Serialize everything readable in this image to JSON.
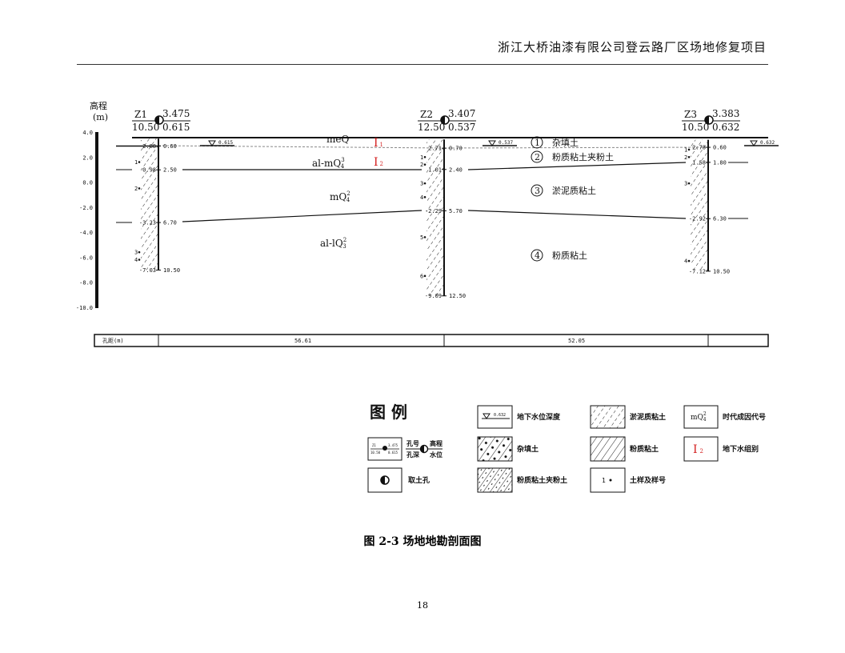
{
  "header": {
    "title": "浙江大桥油漆有限公司登云路厂区场地修复项目"
  },
  "axis": {
    "label_line1": "高程",
    "label_line2": "(m)",
    "ticks": [
      "4.0",
      "2.0",
      "0.0",
      "-2.0",
      "-4.0",
      "-6.0",
      "-8.0",
      "-10.0"
    ],
    "tick_values": [
      4,
      2,
      0,
      -2,
      -4,
      -6,
      -8,
      -10
    ]
  },
  "boreholes": [
    {
      "id": "Z1",
      "elevation": "3.475",
      "depth": "10.50",
      "water_depth": "0.615",
      "bottom_elev": -7.03,
      "boundaries": [
        {
          "elev": "2.88",
          "depth": "0.60"
        },
        {
          "elev": "0.98",
          "depth": "2.50"
        },
        {
          "elev": "-3.23",
          "depth": "6.70"
        },
        {
          "elev": "-7.03",
          "depth": "10.50"
        }
      ],
      "samples": [
        {
          "no": "1",
          "elev": 1.6
        },
        {
          "no": "2",
          "elev": -0.5
        },
        {
          "no": "3",
          "elev": -5.6
        },
        {
          "no": "4",
          "elev": -6.2
        }
      ]
    },
    {
      "id": "Z2",
      "elevation": "3.407",
      "depth": "12.50",
      "water_depth": "0.537",
      "bottom_elev": -9.09,
      "boundaries": [
        {
          "elev": "2.71",
          "depth": "0.70"
        },
        {
          "elev": "1.01",
          "depth": "2.40"
        },
        {
          "elev": "-2.29",
          "depth": "5.70"
        },
        {
          "elev": "-9.09",
          "depth": "12.50"
        }
      ],
      "samples": [
        {
          "no": "1",
          "elev": 2.0
        },
        {
          "no": "2",
          "elev": 1.4
        },
        {
          "no": "3",
          "elev": -0.1
        },
        {
          "no": "4",
          "elev": -1.2
        },
        {
          "no": "5",
          "elev": -4.4
        },
        {
          "no": "6",
          "elev": -7.5
        }
      ]
    },
    {
      "id": "Z3",
      "elevation": "3.383",
      "depth": "10.50",
      "water_depth": "0.632",
      "bottom_elev": -7.12,
      "boundaries": [
        {
          "elev": "2.78",
          "depth": "0.60"
        },
        {
          "elev": "1.58",
          "depth": "1.80"
        },
        {
          "elev": "-2.92",
          "depth": "6.30"
        },
        {
          "elev": "-7.12",
          "depth": "10.50"
        }
      ],
      "samples": [
        {
          "no": "1",
          "elev": 2.6
        },
        {
          "no": "2",
          "elev": 2.0
        },
        {
          "no": "3",
          "elev": -0.1
        },
        {
          "no": "4",
          "elev": -6.3
        }
      ]
    }
  ],
  "water_labels": [
    "0.615",
    "0.537",
    "0.632"
  ],
  "strata_codes": [
    {
      "base": "meQ",
      "sup": "",
      "sub": ""
    },
    {
      "base": "al-mQ",
      "sup": "3",
      "sub": "4"
    },
    {
      "base": "mQ",
      "sup": "2",
      "sub": "4"
    },
    {
      "base": "al-lQ",
      "sup": "2",
      "sub": "3"
    }
  ],
  "groundwater_groups": [
    {
      "roman": "I",
      "sub": "1"
    },
    {
      "roman": "I",
      "sub": "2"
    }
  ],
  "layers": [
    {
      "no": "1",
      "name": "杂填土"
    },
    {
      "no": "2",
      "name": "粉质粘土夹粉土"
    },
    {
      "no": "3",
      "name": "淤泥质粘土"
    },
    {
      "no": "4",
      "name": "粉质粘土"
    }
  ],
  "distance_row": {
    "label": "孔距(m)",
    "values": [
      "56.61",
      "52.05"
    ]
  },
  "legend": {
    "title": "图  例",
    "borehole_sample": {
      "id": "Z1",
      "depth": "10.50",
      "elev": "3.475",
      "water": "0.615",
      "hole_no": "孔号",
      "hole_depth": "孔深",
      "elev_label": "高程",
      "water_label": "水位"
    },
    "items": {
      "sampling_hole": "取土孔",
      "water_depth": "地下水位深度",
      "water_value": "0.632",
      "fill": "杂填土",
      "silty_clay_silt": "粉质粘土夹粉土",
      "mucky_clay": "淤泥质粘土",
      "silty_clay": "粉质粘土",
      "sample": "土样及样号",
      "sample_no": "1",
      "age_code": "时代成因代号",
      "age_code_base": "mQ",
      "age_code_sup": "2",
      "age_code_sub": "4",
      "gw_group": "地下水组别",
      "gw_roman": "I",
      "gw_sub": "2"
    }
  },
  "caption": "图 2-3  场地地勘剖面图",
  "page_number": "18",
  "colors": {
    "accent_red": "#d42020",
    "ink": "#111111"
  }
}
